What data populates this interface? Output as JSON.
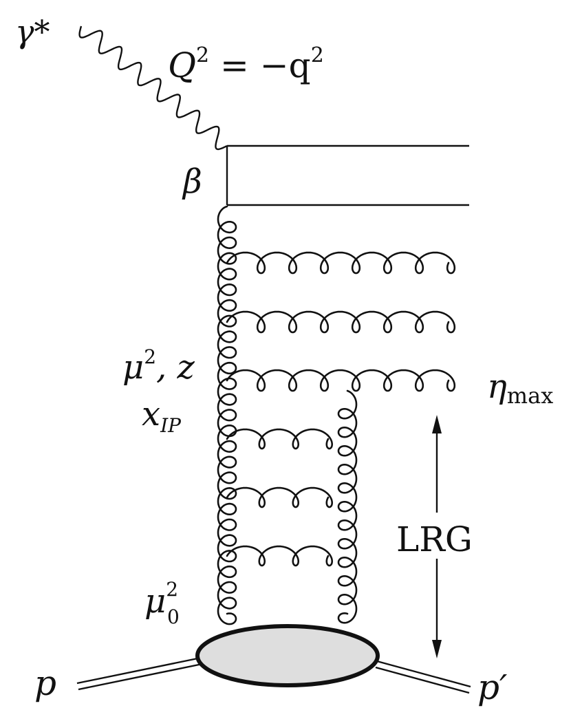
{
  "labels": {
    "photon": "γ*",
    "q_lhs": "Q",
    "q_exp": "2",
    "q_rhs": " = −q",
    "q_rhs_exp": "2",
    "beta": "β",
    "mu": "μ",
    "mu_exp": "2",
    "mu_tail": ", z",
    "x": "x",
    "x_sub": "IP",
    "eta": "η",
    "eta_sub": "max",
    "lrg": "LRG",
    "mu0": "μ",
    "mu0_exp": "2",
    "mu0_sub": "0",
    "p": "p",
    "p_prime": "p′"
  },
  "colors": {
    "line": "#111111",
    "proton_blob_fill": "#dedede"
  }
}
